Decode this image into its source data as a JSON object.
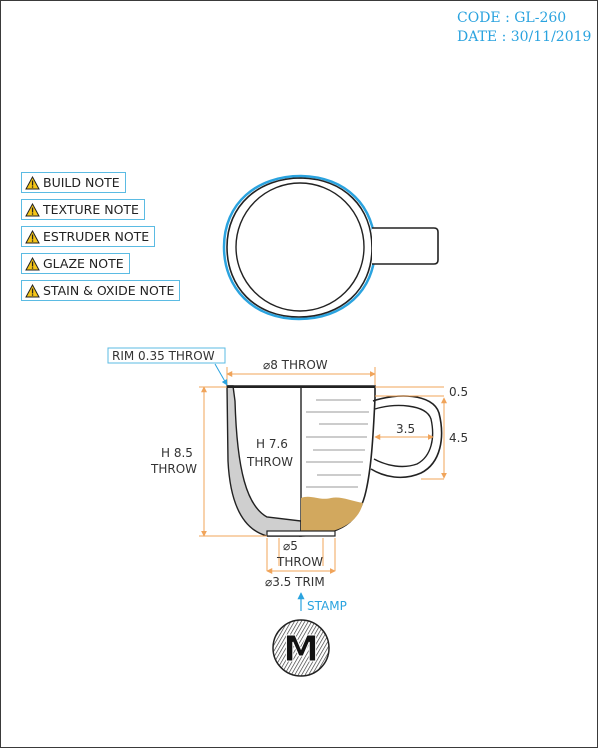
{
  "meta": {
    "code": "CODE : GL-260",
    "date": "DATE : 30/11/2019"
  },
  "notes": [
    {
      "label": "BUILD NOTE",
      "icon": "warning-icon"
    },
    {
      "label": "TEXTURE NOTE",
      "icon": "warning-icon"
    },
    {
      "label": "ESTRUDER NOTE",
      "icon": "warning-icon"
    },
    {
      "label": "GLAZE NOTE",
      "icon": "warning-icon"
    },
    {
      "label": "STAIN & OXIDE NOTE",
      "icon": "warning-icon"
    }
  ],
  "dimensions": {
    "rim": "RIM 0.35 THROW",
    "diameter": "⌀8 THROW",
    "handle_top": "0.5",
    "handle_width": "3.5",
    "handle_height": "4.5",
    "outer_height_line1": "H 8.5",
    "outer_height_line2": "THROW",
    "inner_height_line1": "H 7.6",
    "inner_height_line2": "THROW",
    "foot_line1": "⌀5",
    "foot_line2": "THROW",
    "trim": "⌀3.5 TRIM"
  },
  "stamp": {
    "label": "STAMP",
    "letter": "M"
  },
  "colors": {
    "accent": "#2aa3df",
    "dimension": "#f0a45a",
    "glaze": "#d2a85e",
    "wall": "#cfcfcf"
  }
}
